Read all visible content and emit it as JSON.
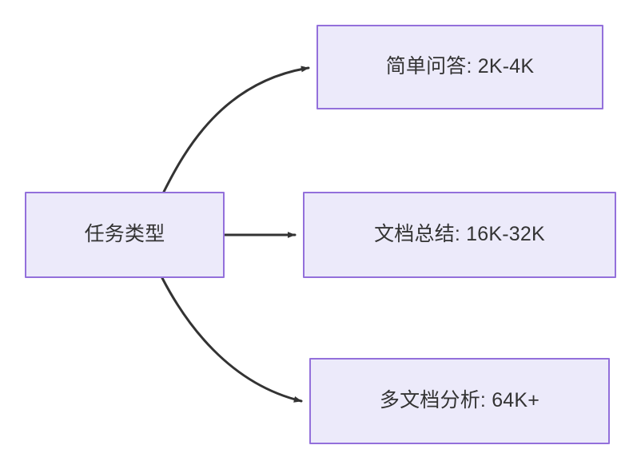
{
  "diagram": {
    "type": "flowchart",
    "direction": "left-to-right",
    "background_color": "#FFFFFF",
    "node_fill_color": "#ECEAFA",
    "node_border_color": "#9370DB",
    "node_text_color": "#333333",
    "edge_color": "#333333",
    "root": {
      "id": "task-type",
      "label": "任务类型"
    },
    "branches": [
      {
        "id": "simple-qa",
        "label": "简单问答: 2K-4K",
        "task": "简单问答",
        "context_length": "2K-4K",
        "edge_style": "curved-up"
      },
      {
        "id": "doc-summary",
        "label": "文档总结: 16K-32K",
        "task": "文档总结",
        "context_length": "16K-32K",
        "edge_style": "straight"
      },
      {
        "id": "multi-doc-analysis",
        "label": "多文档分析: 64K+",
        "task": "多文档分析",
        "context_length": "64K+",
        "edge_style": "curved-down"
      }
    ]
  }
}
